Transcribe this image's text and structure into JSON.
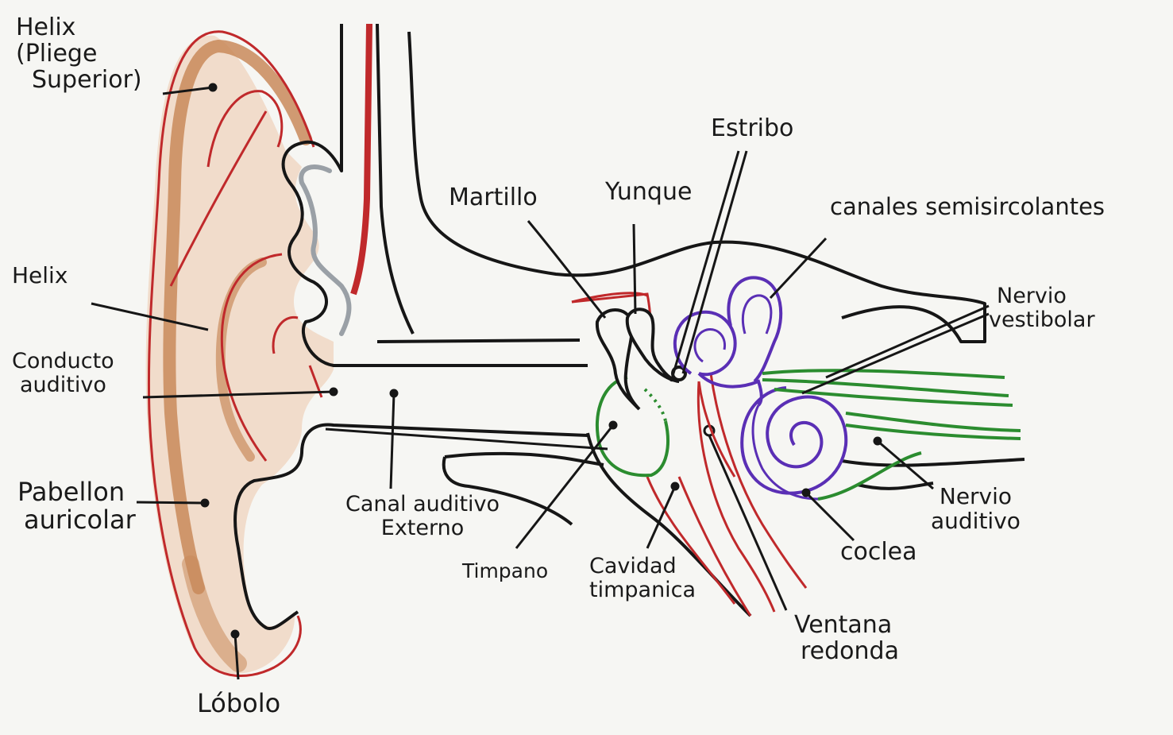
{
  "diagram": {
    "colors": {
      "ink": "#161616",
      "red": "#c0292b",
      "skin": "#c98a5b",
      "skin_light": "#f1dccb",
      "green": "#2b8c2f",
      "purple": "#5a2fb5",
      "gray": "#9aa0a6",
      "paper": "#f6f6f3"
    },
    "labels": {
      "helix_top_line1": "Helix",
      "helix_top_line2": "(Pliege",
      "helix_top_line3": "Superior)",
      "helix": "Helix",
      "conducto_line1": "Conducto",
      "conducto_line2": "auditivo",
      "pabellon_line1": "Pabellon",
      "pabellon_line2": "auricolar",
      "lobulo": "Lóbolo",
      "canal_line1": "Canal auditivo",
      "canal_line2": "Externo",
      "martillo": "Martillo",
      "yunque": "Yunque",
      "estribo": "Estribo",
      "canales": "canales semisircolantes",
      "nervio_vest_line1": "Nervio",
      "nervio_vest_line2": "vestibolar",
      "timpano": "Timpano",
      "cavidad_line1": "Cavidad",
      "cavidad_line2": "timpanica",
      "ventana_line1": "Ventana",
      "ventana_line2": "redonda",
      "coclea": "coclea",
      "nervio_aud_line1": "Nervio",
      "nervio_aud_line2": "auditivo"
    }
  }
}
